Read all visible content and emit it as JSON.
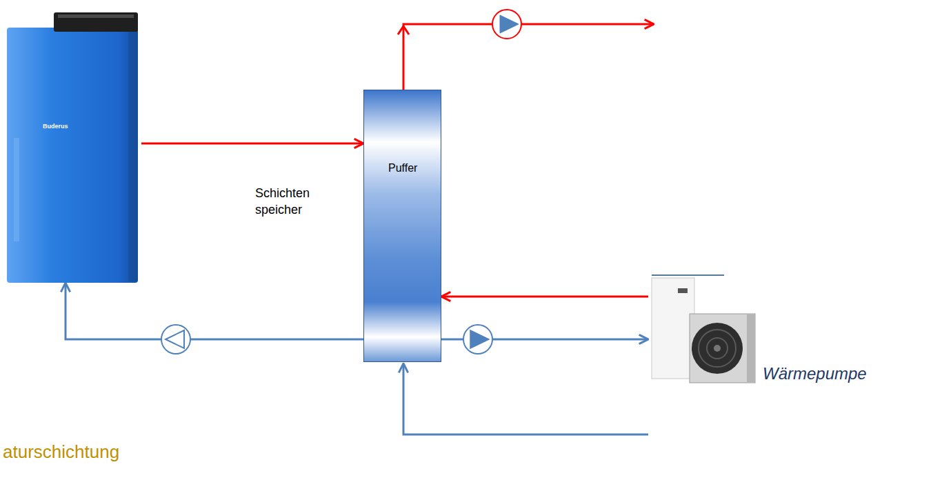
{
  "diagram": {
    "nodes": [
      {
        "text": [
          "Buderus"
        ]
      },
      {
        "text": [
          "Puffer"
        ]
      },
      {
        "text": [
          "Wärmepumpe"
        ]
      }
    ],
    "edges": [
      {
        "from": 0,
        "to": 1,
        "arrow": "to"
      },
      {
        "from": 1,
        "to": 0,
        "arrow": "to"
      },
      {
        "from": 2,
        "to": 1,
        "arrow": "to"
      },
      {
        "from": 1,
        "to": 2,
        "arrow": "to"
      }
    ],
    "labels": [
      "Schichten speicher",
      "aturschichtung"
    ]
  }
}
